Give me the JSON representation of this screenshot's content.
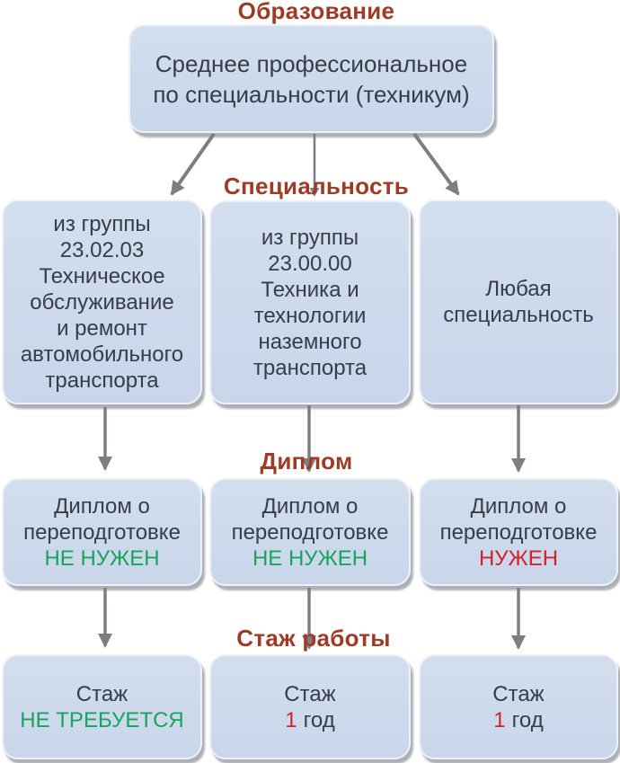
{
  "palette": {
    "background": "#ffffff",
    "box_fill": "#ccd9ec",
    "box_border": "#eef2f8",
    "box_shadow": "#8a9096",
    "heading": "#9e3b26",
    "text": "#353d49",
    "green": "#18a45c",
    "red": "#d42127",
    "arrow": "#7b7f82"
  },
  "headings": {
    "education": "Образование",
    "specialty": "Специальность",
    "diploma": "Диплом",
    "experience": "Стаж работы"
  },
  "education_box": {
    "lines": [
      "Среднее профессиональное",
      "по специальности (техникум)"
    ]
  },
  "columns": [
    {
      "specialty_lines": [
        "из группы",
        "23.02.03",
        "Техническое",
        "обслуживание",
        "и ремонт",
        "автомобильного",
        "транспорта"
      ],
      "diploma": {
        "lines": [
          "Диплом о",
          "переподготовке"
        ],
        "status": "НЕ НУЖЕН",
        "status_color": "green"
      },
      "experience": {
        "label": "Стаж",
        "status": "НЕ ТРЕБУЕТСЯ",
        "status_color": "green"
      }
    },
    {
      "specialty_lines": [
        "из группы",
        "23.00.00",
        "Техника и",
        "технологии",
        "наземного",
        "транспорта"
      ],
      "diploma": {
        "lines": [
          "Диплом о",
          "переподготовке"
        ],
        "status": "НЕ НУЖЕН",
        "status_color": "green"
      },
      "experience": {
        "label": "Стаж",
        "value_number": "1",
        "value_unit": "год",
        "number_color": "red"
      }
    },
    {
      "specialty_lines": [
        "Любая",
        "специальность"
      ],
      "diploma": {
        "lines": [
          "Диплом о",
          "переподготовке"
        ],
        "status": "НУЖЕН",
        "status_color": "red"
      },
      "experience": {
        "label": "Стаж",
        "value_number": "1",
        "value_unit": "год",
        "number_color": "red"
      }
    }
  ]
}
